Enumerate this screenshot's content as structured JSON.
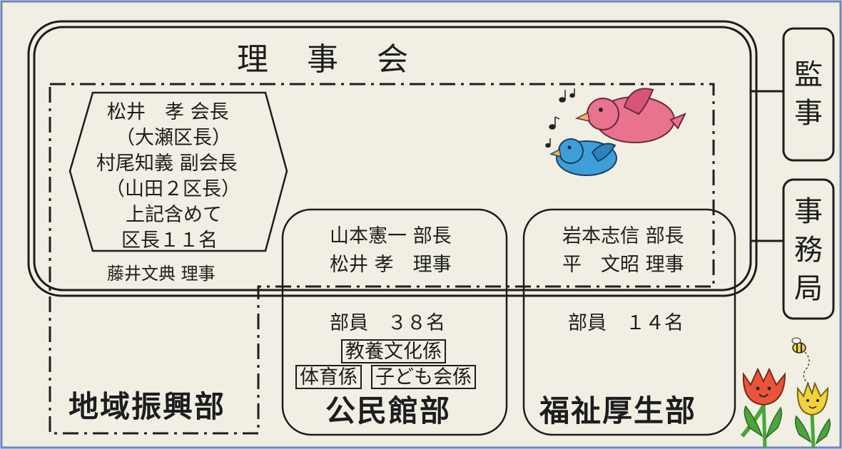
{
  "board": {
    "title": "理 事 会"
  },
  "leaders": {
    "line1": "松井　孝 会長",
    "line2": "（大瀬区長）",
    "line3": "村尾知義 副会長",
    "line4": "（山田２区長）",
    "line5": "上記含めて",
    "line6": "区長１１名",
    "director": "藤井文典 理事"
  },
  "kominkan": {
    "head": "山本憲一 部長",
    "director": "松井 孝　理事",
    "members": "部員　３８名",
    "sections": [
      "教養文化係",
      "体育係",
      "子ども会係"
    ],
    "name": "公民館部"
  },
  "fukushi": {
    "head": "岩本志信 部長",
    "director": "平　文昭 理事",
    "members": "部員　１４名",
    "name": "福祉厚生部"
  },
  "chiiki": {
    "name": "地域振興部"
  },
  "auditor": {
    "label": "監事"
  },
  "secretariat": {
    "label": "事務局"
  },
  "colors": {
    "background": "#f1efe3",
    "line": "#1d1d1d",
    "frame": "#6f86bd",
    "bird_pink": "#e9728f",
    "bird_blue": "#3f9ed8",
    "tulip_red": "#e9543a",
    "tulip_yellow": "#f2d23c",
    "leaf_green": "#4aa63a"
  },
  "icons": [
    "bird-pink-icon",
    "bird-blue-icon",
    "music-note-icon",
    "tulip-red-icon",
    "tulip-yellow-icon",
    "bee-icon"
  ]
}
